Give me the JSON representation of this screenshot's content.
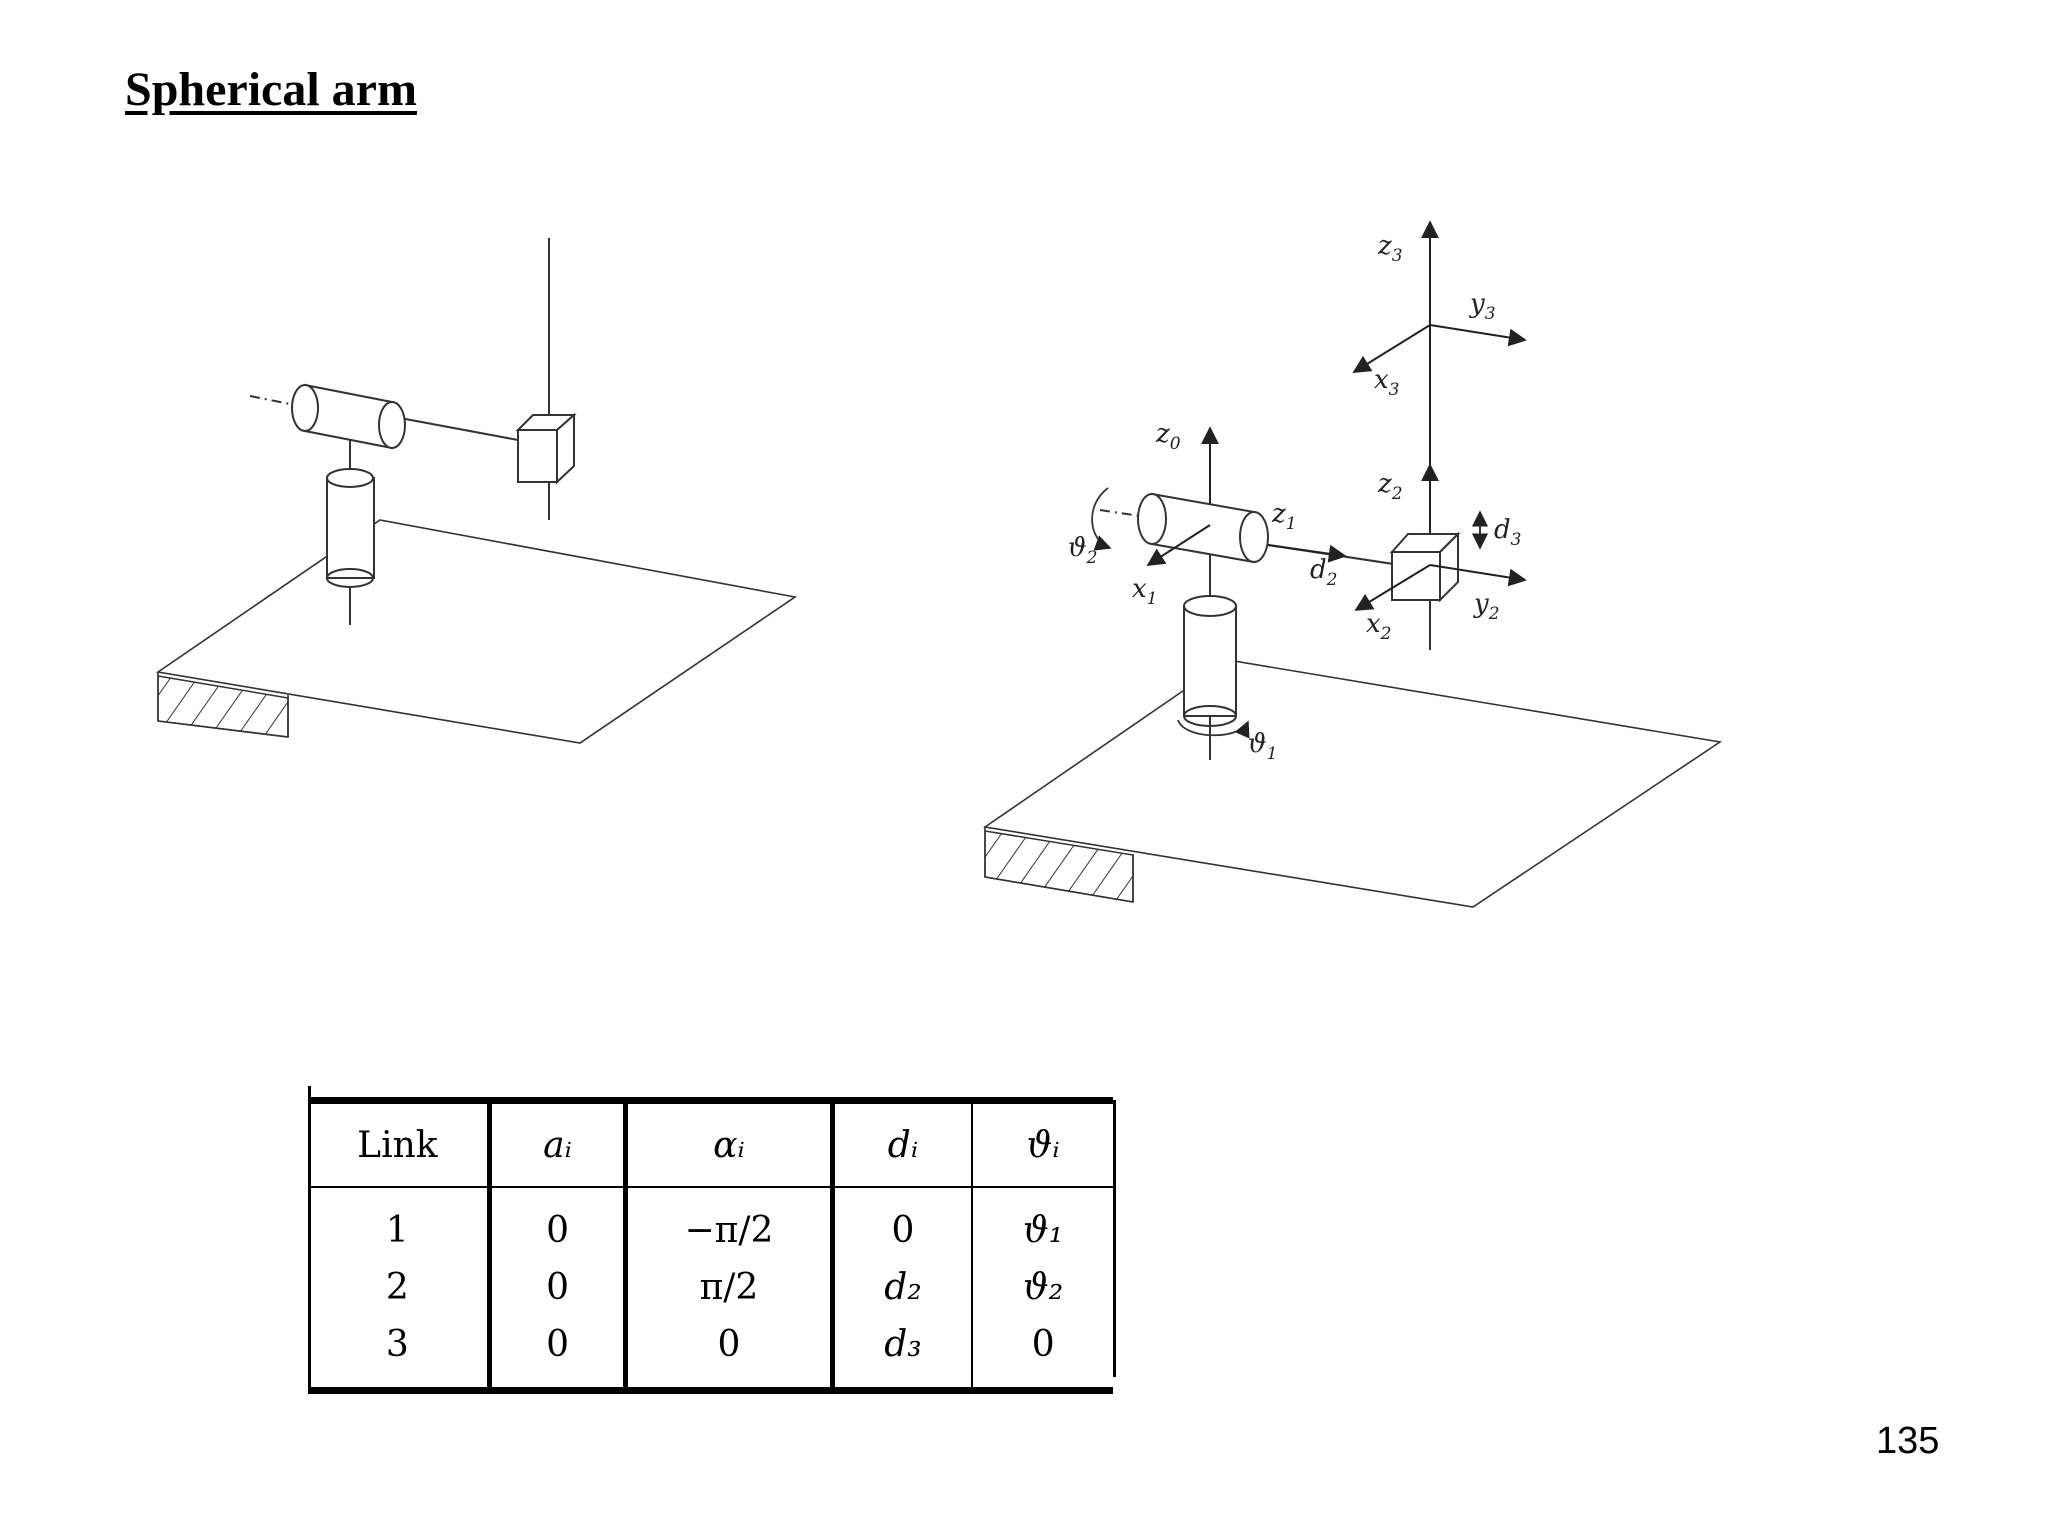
{
  "page": {
    "title": "Spherical arm",
    "page_number": "135"
  },
  "right_figure": {
    "labels": {
      "z3": "z",
      "z3_sub": "3",
      "y3": "y",
      "y3_sub": "3",
      "x3": "x",
      "x3_sub": "3",
      "z0": "z",
      "z0_sub": "0",
      "z2": "z",
      "z2_sub": "2",
      "z1": "z",
      "z1_sub": "1",
      "d3": "d",
      "d3_sub": "3",
      "theta2": "ϑ",
      "theta2_sub": "2",
      "x1": "x",
      "x1_sub": "1",
      "d2": "d",
      "d2_sub": "2",
      "x2": "x",
      "x2_sub": "2",
      "y2": "y",
      "y2_sub": "2",
      "theta1": "ϑ",
      "theta1_sub": "1"
    }
  },
  "dh_table": {
    "headers": [
      "Link",
      "aᵢ",
      "αᵢ",
      "dᵢ",
      "ϑᵢ"
    ],
    "rows": [
      [
        "1",
        "0",
        "−π/2",
        "0",
        "ϑ₁"
      ],
      [
        "2",
        "0",
        "π/2",
        "d₂",
        "ϑ₂"
      ],
      [
        "3",
        "0",
        "0",
        "d₃",
        "0"
      ]
    ]
  }
}
